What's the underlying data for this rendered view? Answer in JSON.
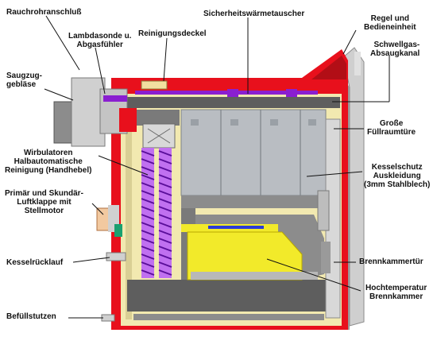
{
  "labels": {
    "rauchrohranschluss": "Rauchrohranschluß",
    "lambdasonde": "Lambdasonde u.\nAbgasfühler",
    "reinigungsdeckel": "Reinigungsdeckel",
    "sicherheitswaermetauscher": "Sicherheitswärmetauscher",
    "regel_bedieneinheit": "Regel und\nBedieneinheit",
    "saugzuggeblaese": "Saugzug-\ngebläse",
    "schwellgas": "Schwellgas-\nAbsaugkanal",
    "fuellraumtuere": "Große\nFüllraumtüre",
    "wirbulatoren": "Wirbulatoren\nHalbautomatische\nReinigung (Handhebel)",
    "kesselschutz": "Kesselschutz\nAuskleidung\n(3mm Stahlblech)",
    "luftklappe": "Primär und Skundär-\nLuftklappe mit\nStellmotor",
    "kesselruecklauf": "Kesselrücklauf",
    "brennkammertuer": "Brennkammertür",
    "hochtemperatur": "Hochtemperatur\nBrennkammer",
    "befuellstutzen": "Befüllstutzen"
  },
  "colors": {
    "casing_red": "#e8101c",
    "panel_grey": "#c9c9c9",
    "insulation": "#f2e9b0",
    "steel_dark": "#5e5e5e",
    "steel_mid": "#8c8c8c",
    "exchanger": "#b9bdc2",
    "spiral": "#8a1fd0",
    "grate_yellow": "#f2ea2a",
    "leader": "#111111"
  }
}
